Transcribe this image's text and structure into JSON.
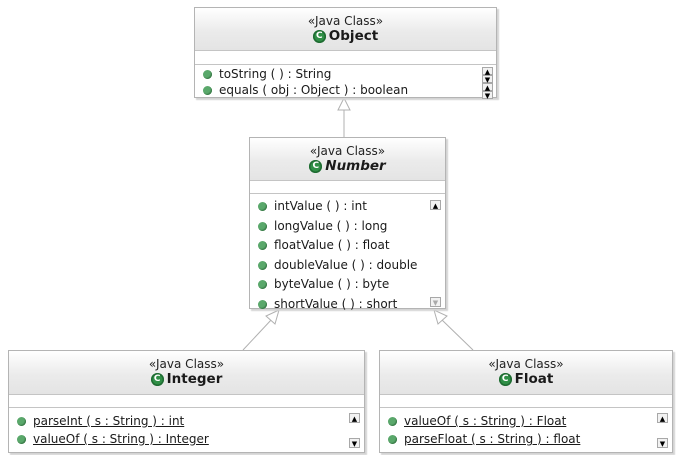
{
  "diagram": {
    "type": "uml-class-diagram",
    "classes": {
      "object": {
        "stereotype": "«Java Class»",
        "name": "Object",
        "class_icon": "C",
        "abstract": false,
        "operations": [
          {
            "label": "toString ( ) : String",
            "static": false
          },
          {
            "label": "equals ( obj : Object ) : boolean",
            "static": false
          }
        ]
      },
      "number": {
        "stereotype": "«Java Class»",
        "name": "Number",
        "class_icon": "C",
        "abstract": true,
        "operations": [
          {
            "label": "intValue ( ) : int",
            "static": false
          },
          {
            "label": "longValue ( ) : long",
            "static": false
          },
          {
            "label": "floatValue ( ) : float",
            "static": false
          },
          {
            "label": "doubleValue ( ) : double",
            "static": false
          },
          {
            "label": "byteValue ( ) : byte",
            "static": false
          },
          {
            "label": "shortValue ( ) : short",
            "static": false
          }
        ]
      },
      "integer": {
        "stereotype": "«Java Class»",
        "name": "Integer",
        "class_icon": "C",
        "abstract": false,
        "operations": [
          {
            "label": "parseInt ( s : String ) : int",
            "static": true
          },
          {
            "label": "valueOf ( s : String ) : Integer",
            "static": true
          }
        ]
      },
      "float": {
        "stereotype": "«Java Class»",
        "name": "Float",
        "class_icon": "C",
        "abstract": false,
        "operations": [
          {
            "label": "valueOf ( s : String ) : Float",
            "static": true
          },
          {
            "label": "parseFloat ( s : String ) : float",
            "static": true
          }
        ]
      }
    },
    "relationships": [
      {
        "type": "generalization",
        "from": "Number",
        "to": "Object"
      },
      {
        "type": "generalization",
        "from": "Integer",
        "to": "Number"
      },
      {
        "type": "generalization",
        "from": "Float",
        "to": "Number"
      }
    ],
    "scroll_icons": {
      "up": "▲",
      "down": "▼"
    },
    "colors": {
      "class_icon": "#2f8f46",
      "operation_dot": "#5aa86b",
      "border": "#b4b4b4",
      "link": "#b0b0b0"
    }
  }
}
